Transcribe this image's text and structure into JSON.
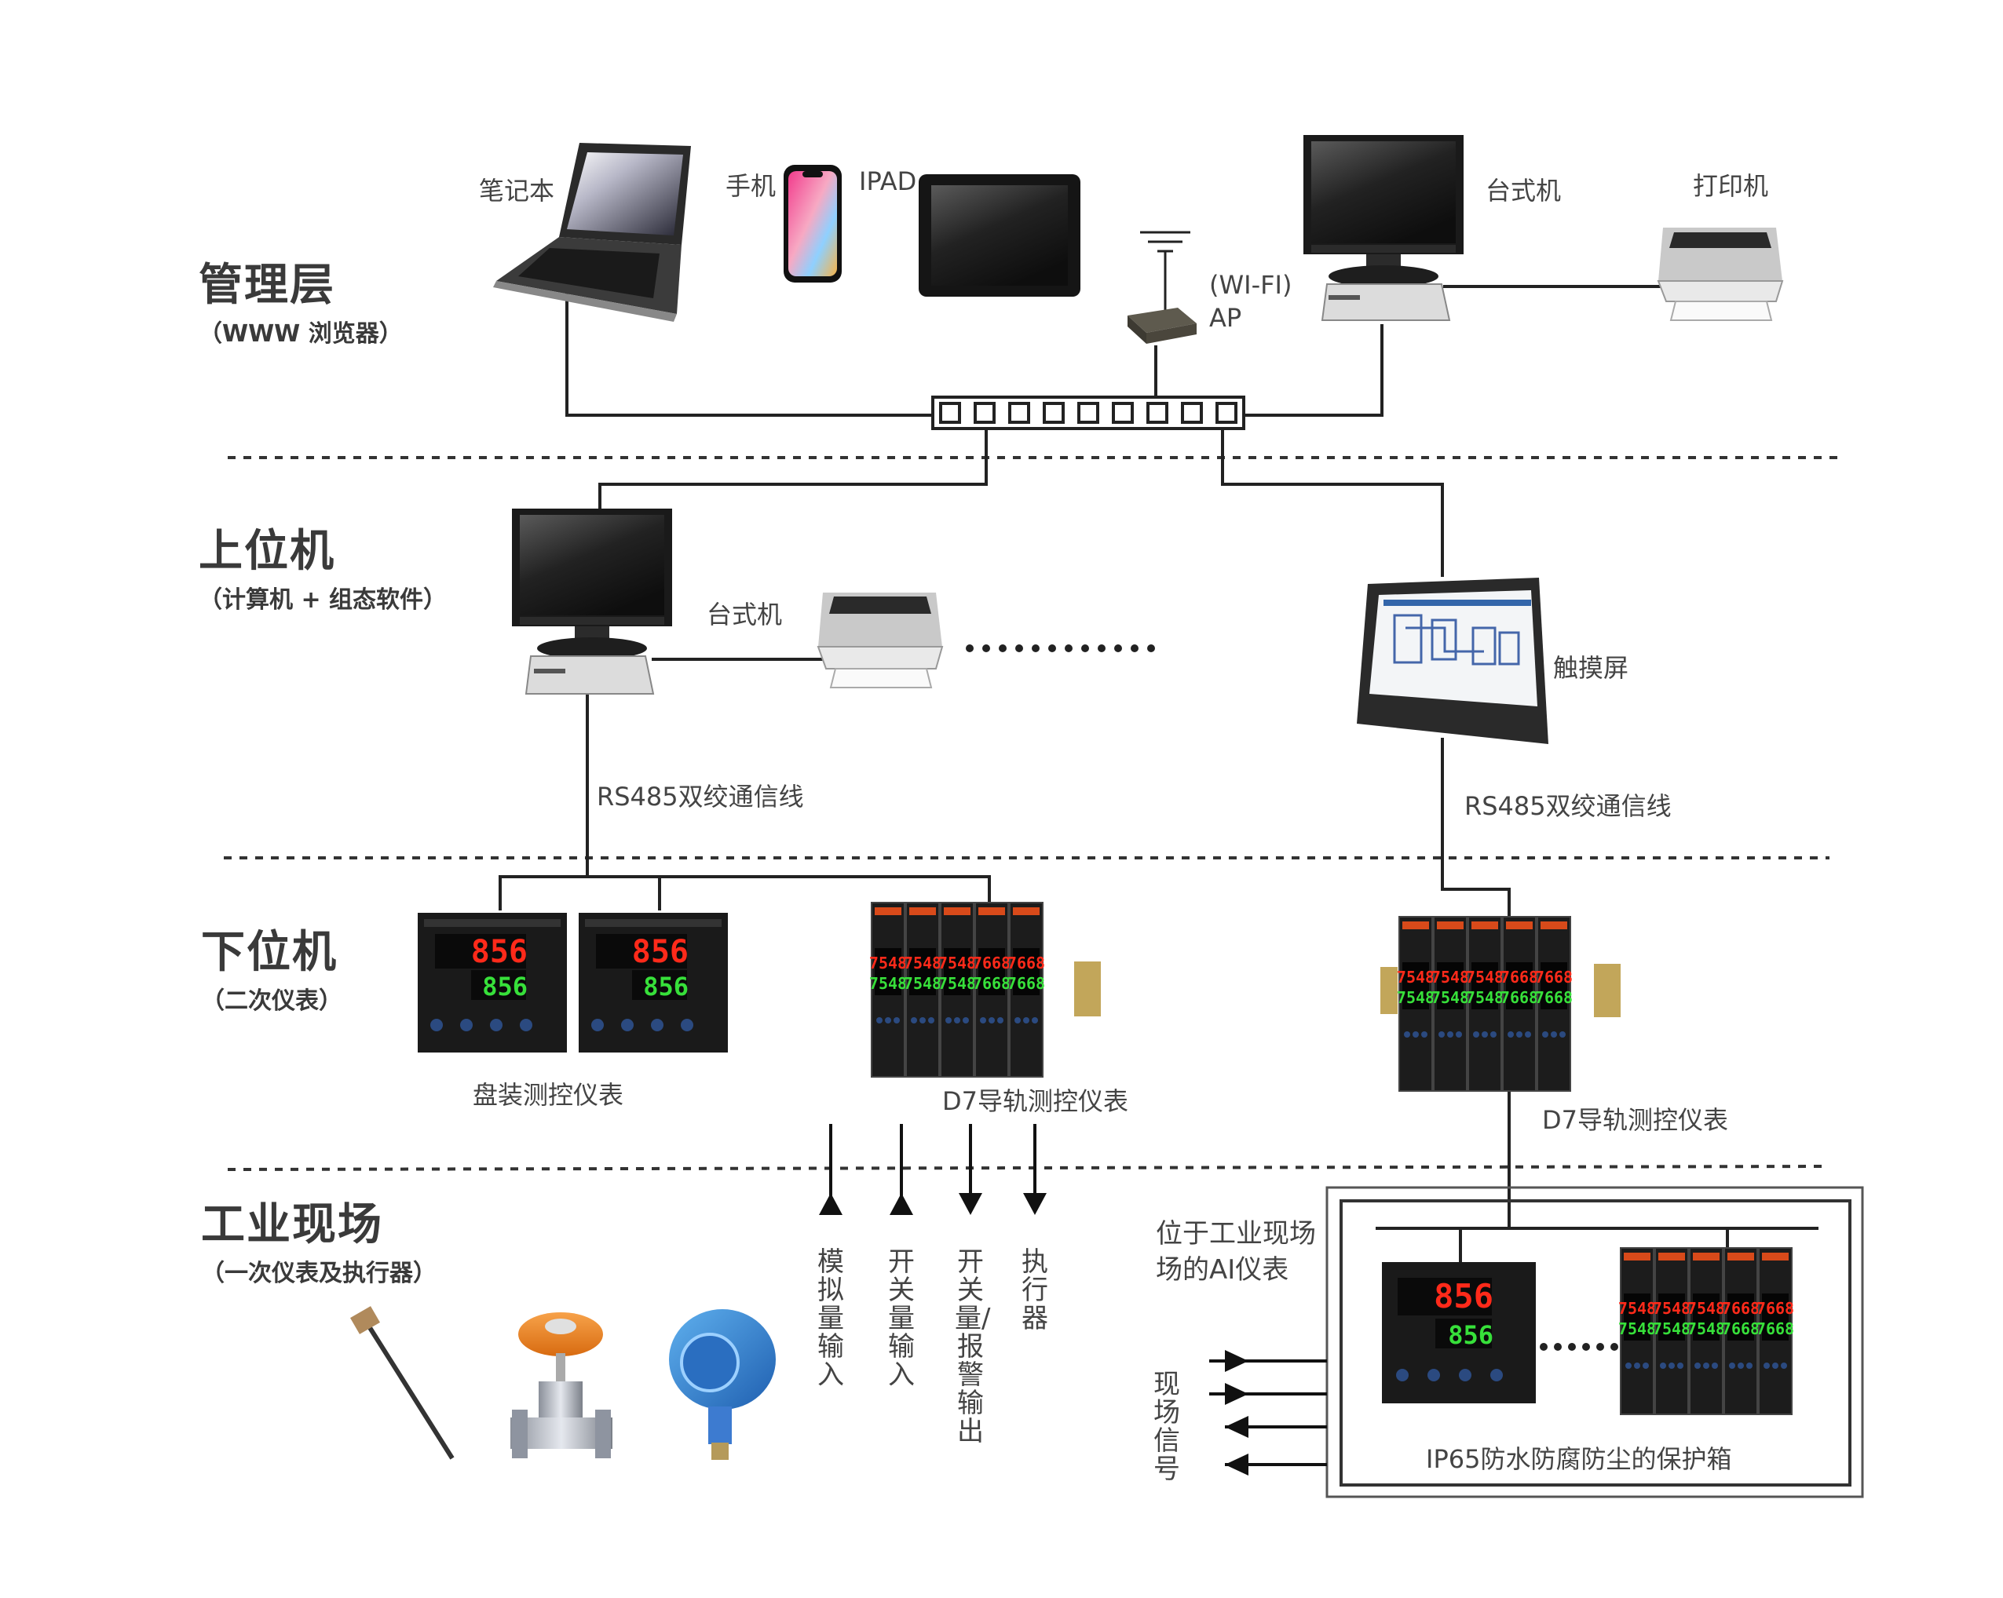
{
  "tiers": {
    "management": {
      "title": "管理层",
      "subtitle": "（WWW 浏览器）"
    },
    "upper": {
      "title": "上位机",
      "subtitle": "（计算机 + 组态软件）"
    },
    "lower": {
      "title": "下位机",
      "subtitle": "（二次仪表）"
    },
    "field": {
      "title": "工业现场",
      "subtitle": "（一次仪表及执行器）"
    }
  },
  "devices": {
    "laptop": "笔记本",
    "phone": "手机",
    "ipad": "IPAD",
    "desktop_mgmt": "台式机",
    "printer_mgmt": "打印机",
    "ap_line1": "(WI-FI)",
    "ap_line2": "AP",
    "desktop_upper": "台式机",
    "touchscreen": "触摸屏",
    "rs485_left": "RS485双绞通信线",
    "rs485_right": "RS485双绞通信线",
    "panel_meter": "盘装测控仪表",
    "d7_left": "D7导轨测控仪表",
    "d7_right": "D7导轨测控仪表"
  },
  "meter_readings": {
    "pv": "856",
    "sv": "856"
  },
  "rail_readings": [
    {
      "top": "7548",
      "bottom": "7548"
    },
    {
      "top": "7548",
      "bottom": "7548"
    },
    {
      "top": "7548",
      "bottom": "7548"
    },
    {
      "top": "7668",
      "bottom": "7668"
    },
    {
      "top": "7668",
      "bottom": "7668"
    }
  ],
  "io_signals": [
    "模拟量输入",
    "开关量输入",
    "开关量/报警输出",
    "执行器"
  ],
  "field_box": {
    "note_line1": "位于工业现场",
    "note_line2": "场的AI仪表",
    "field_signal": "现场信号",
    "enclosure": "IP65防水防腐防尘的保护箱"
  },
  "colors": {
    "line": "#222222",
    "dashed": "#333333",
    "led_red": "#ff2a1a",
    "led_green": "#37e03a",
    "device_dark": "#1c1c1c"
  },
  "icons": [
    "laptop-icon",
    "smartphone-icon",
    "tablet-icon",
    "desktop-computer-icon",
    "printer-icon",
    "wifi-router-icon",
    "network-switch-icon",
    "touch-panel-icon",
    "panel-meter-icon",
    "rail-meter-icon",
    "temperature-probe-icon",
    "control-valve-icon",
    "pressure-transmitter-icon"
  ]
}
